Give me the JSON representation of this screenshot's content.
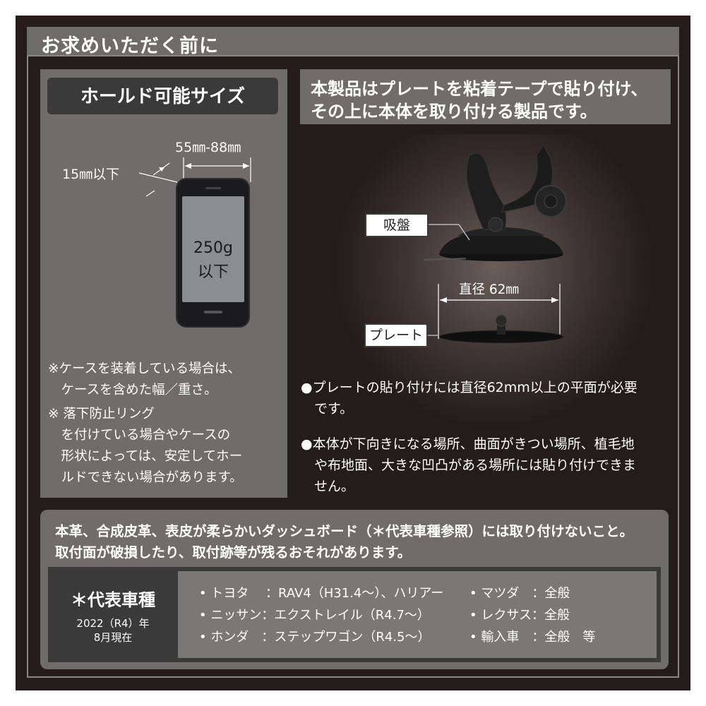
{
  "header": {
    "title": "お求めいただく前に"
  },
  "hold_size": {
    "title": "ホールド可能サイズ",
    "width_range": "55㎜-88㎜",
    "thickness": "15㎜以下",
    "weight_line1": "250g",
    "weight_line2": "以下",
    "notes": [
      "※ケースを装着している場合は、",
      "　ケースを含めた幅／重さ。",
      "※ 落下防止リング",
      "　を付けている場合やケースの",
      "　形状によっては、安定してホー",
      "　ルドできない場合があります。"
    ]
  },
  "product_intro": {
    "line1": "本製品はプレートを粘着テープで貼り付け、",
    "line2": "その上に本体を取り付ける製品です。"
  },
  "parts": {
    "suction_label": "吸盤",
    "plate_label": "プレート",
    "diameter": "直径 62㎜"
  },
  "bullets": [
    "●プレートの貼り付けには直径62mm以上の平面が必要",
    "　です。",
    "●本体が下向きになる場所、曲面がきつい場所、植毛地",
    "　や布地面、大きな凹凸がある場所には貼り付けできま",
    "　せん。"
  ],
  "warning": {
    "line1": "本革、合成皮革、表皮が柔らかいダッシュボード（＊代表車種参照）には取り付けないこと。",
    "line2": "取付面が破損したり、取付跡等が残るおそれがあります。"
  },
  "cars": {
    "title": "＊代表車種",
    "date_line1": "2022（R4）年",
    "date_line2": "8月現在",
    "left": [
      "• トヨタ　 ：RAV4（H31.4〜）、ハリアー",
      "• ニッサン：エクストレイル（R4.7〜）",
      "• ホンダ　：ステップワゴン（R4.5〜）"
    ],
    "right": [
      "• マツダ　：全般",
      "• レクサス：全般",
      "• 輸入車　：全般　等"
    ]
  }
}
